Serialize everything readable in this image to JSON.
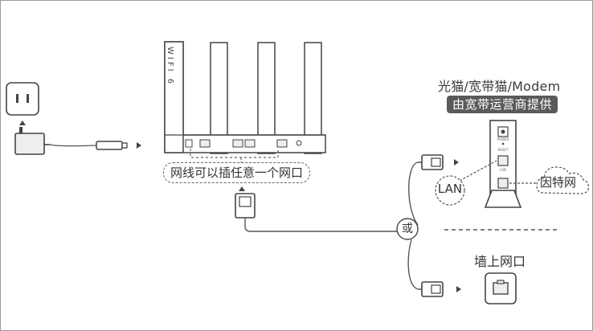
{
  "router": {
    "brand_text": "WIFI 6"
  },
  "labels": {
    "any_port": "网线可以插任意一个网口",
    "modem_title": "光猫/宽带猫/Modem",
    "modem_badge": "由宽带运营商提供",
    "lan": "LAN",
    "internet": "因特网",
    "or": "或",
    "wall_port": "墙上网口"
  },
  "modem_panel": {
    "power": "POWER",
    "reset": "RESET",
    "lan": "LAN"
  },
  "colors": {
    "stroke": "#444444",
    "line": "#6a6a6a",
    "fill_light": "#eeeeee",
    "badge": "#5a5a5a"
  },
  "icons": [
    "wall-socket-icon",
    "power-adapter-icon",
    "router-icon",
    "ethernet-plug-icon",
    "modem-icon",
    "cloud-icon",
    "wall-port-icon",
    "arrow-icon"
  ]
}
